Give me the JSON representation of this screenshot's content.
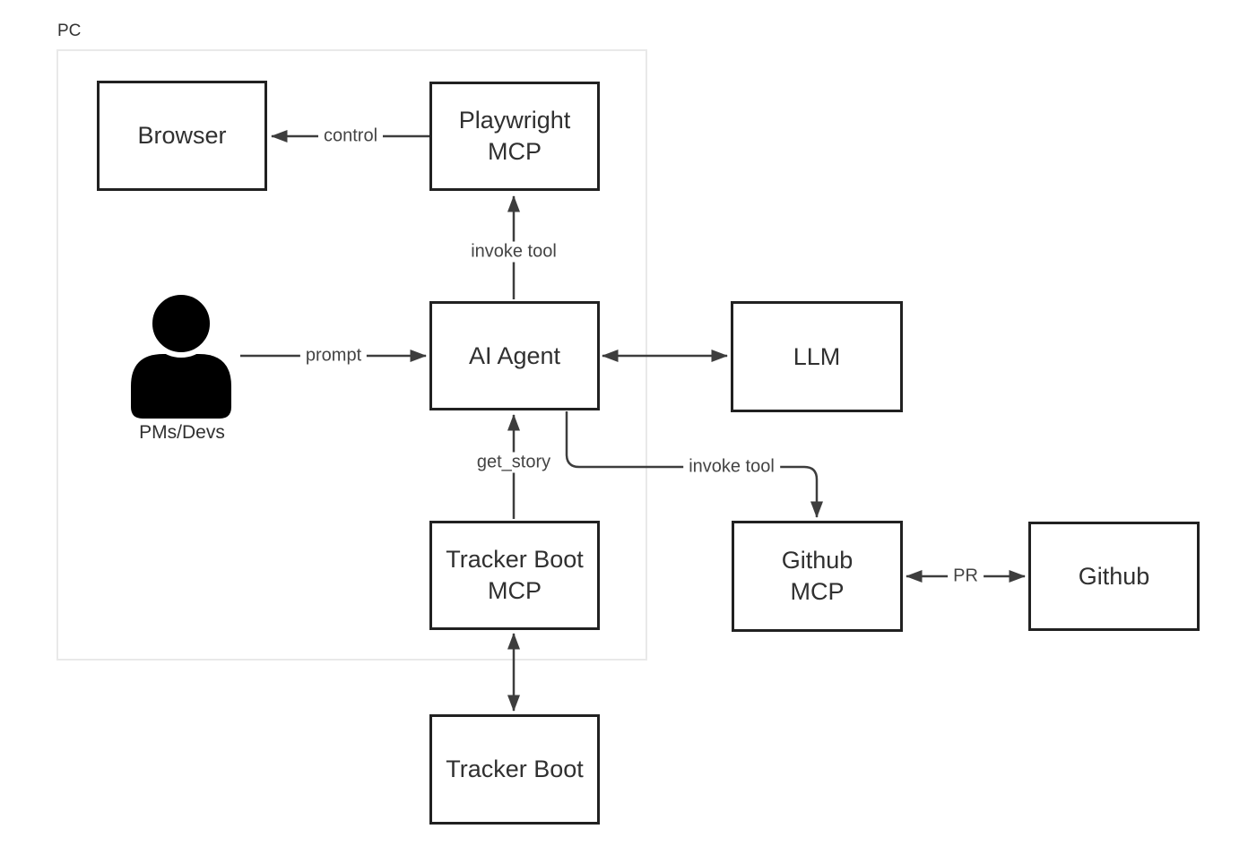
{
  "diagram": {
    "container": {
      "label": "PC"
    },
    "actor": {
      "label": "PMs/Devs"
    },
    "nodes": {
      "browser": {
        "label": "Browser"
      },
      "playwright_mcp": {
        "label": "Playwright\nMCP"
      },
      "ai_agent": {
        "label": "AI Agent"
      },
      "llm": {
        "label": "LLM"
      },
      "tracker_boot_mcp": {
        "label": "Tracker Boot\nMCP"
      },
      "tracker_boot": {
        "label": "Tracker Boot"
      },
      "github_mcp": {
        "label": "Github\nMCP"
      },
      "github": {
        "label": "Github"
      }
    },
    "edges": {
      "control": {
        "label": "control",
        "from": "Playwright MCP",
        "to": "Browser"
      },
      "invoke_tool_playwright": {
        "label": "invoke tool",
        "from": "AI Agent",
        "to": "Playwright MCP"
      },
      "prompt": {
        "label": "prompt",
        "from": "PMs/Devs",
        "to": "AI Agent"
      },
      "ai_llm": {
        "label": "",
        "from": "AI Agent",
        "to": "LLM",
        "bidirectional": true
      },
      "get_story": {
        "label": "get_story",
        "from": "Tracker Boot MCP",
        "to": "AI Agent"
      },
      "invoke_tool_github": {
        "label": "invoke tool",
        "from": "AI Agent",
        "to": "Github MCP"
      },
      "pr": {
        "label": "PR",
        "from": "Github MCP",
        "to": "Github",
        "bidirectional": true
      },
      "tracker_link": {
        "label": "",
        "from": "Tracker Boot MCP",
        "to": "Tracker Boot",
        "bidirectional": true
      }
    },
    "colors": {
      "box_border": "#212121",
      "line": "#3d3d3d",
      "container_border": "#e9e9e9",
      "box_text": "#303030",
      "edge_text": "#444444",
      "actor_fill": "#000000",
      "background": "#ffffff"
    }
  }
}
